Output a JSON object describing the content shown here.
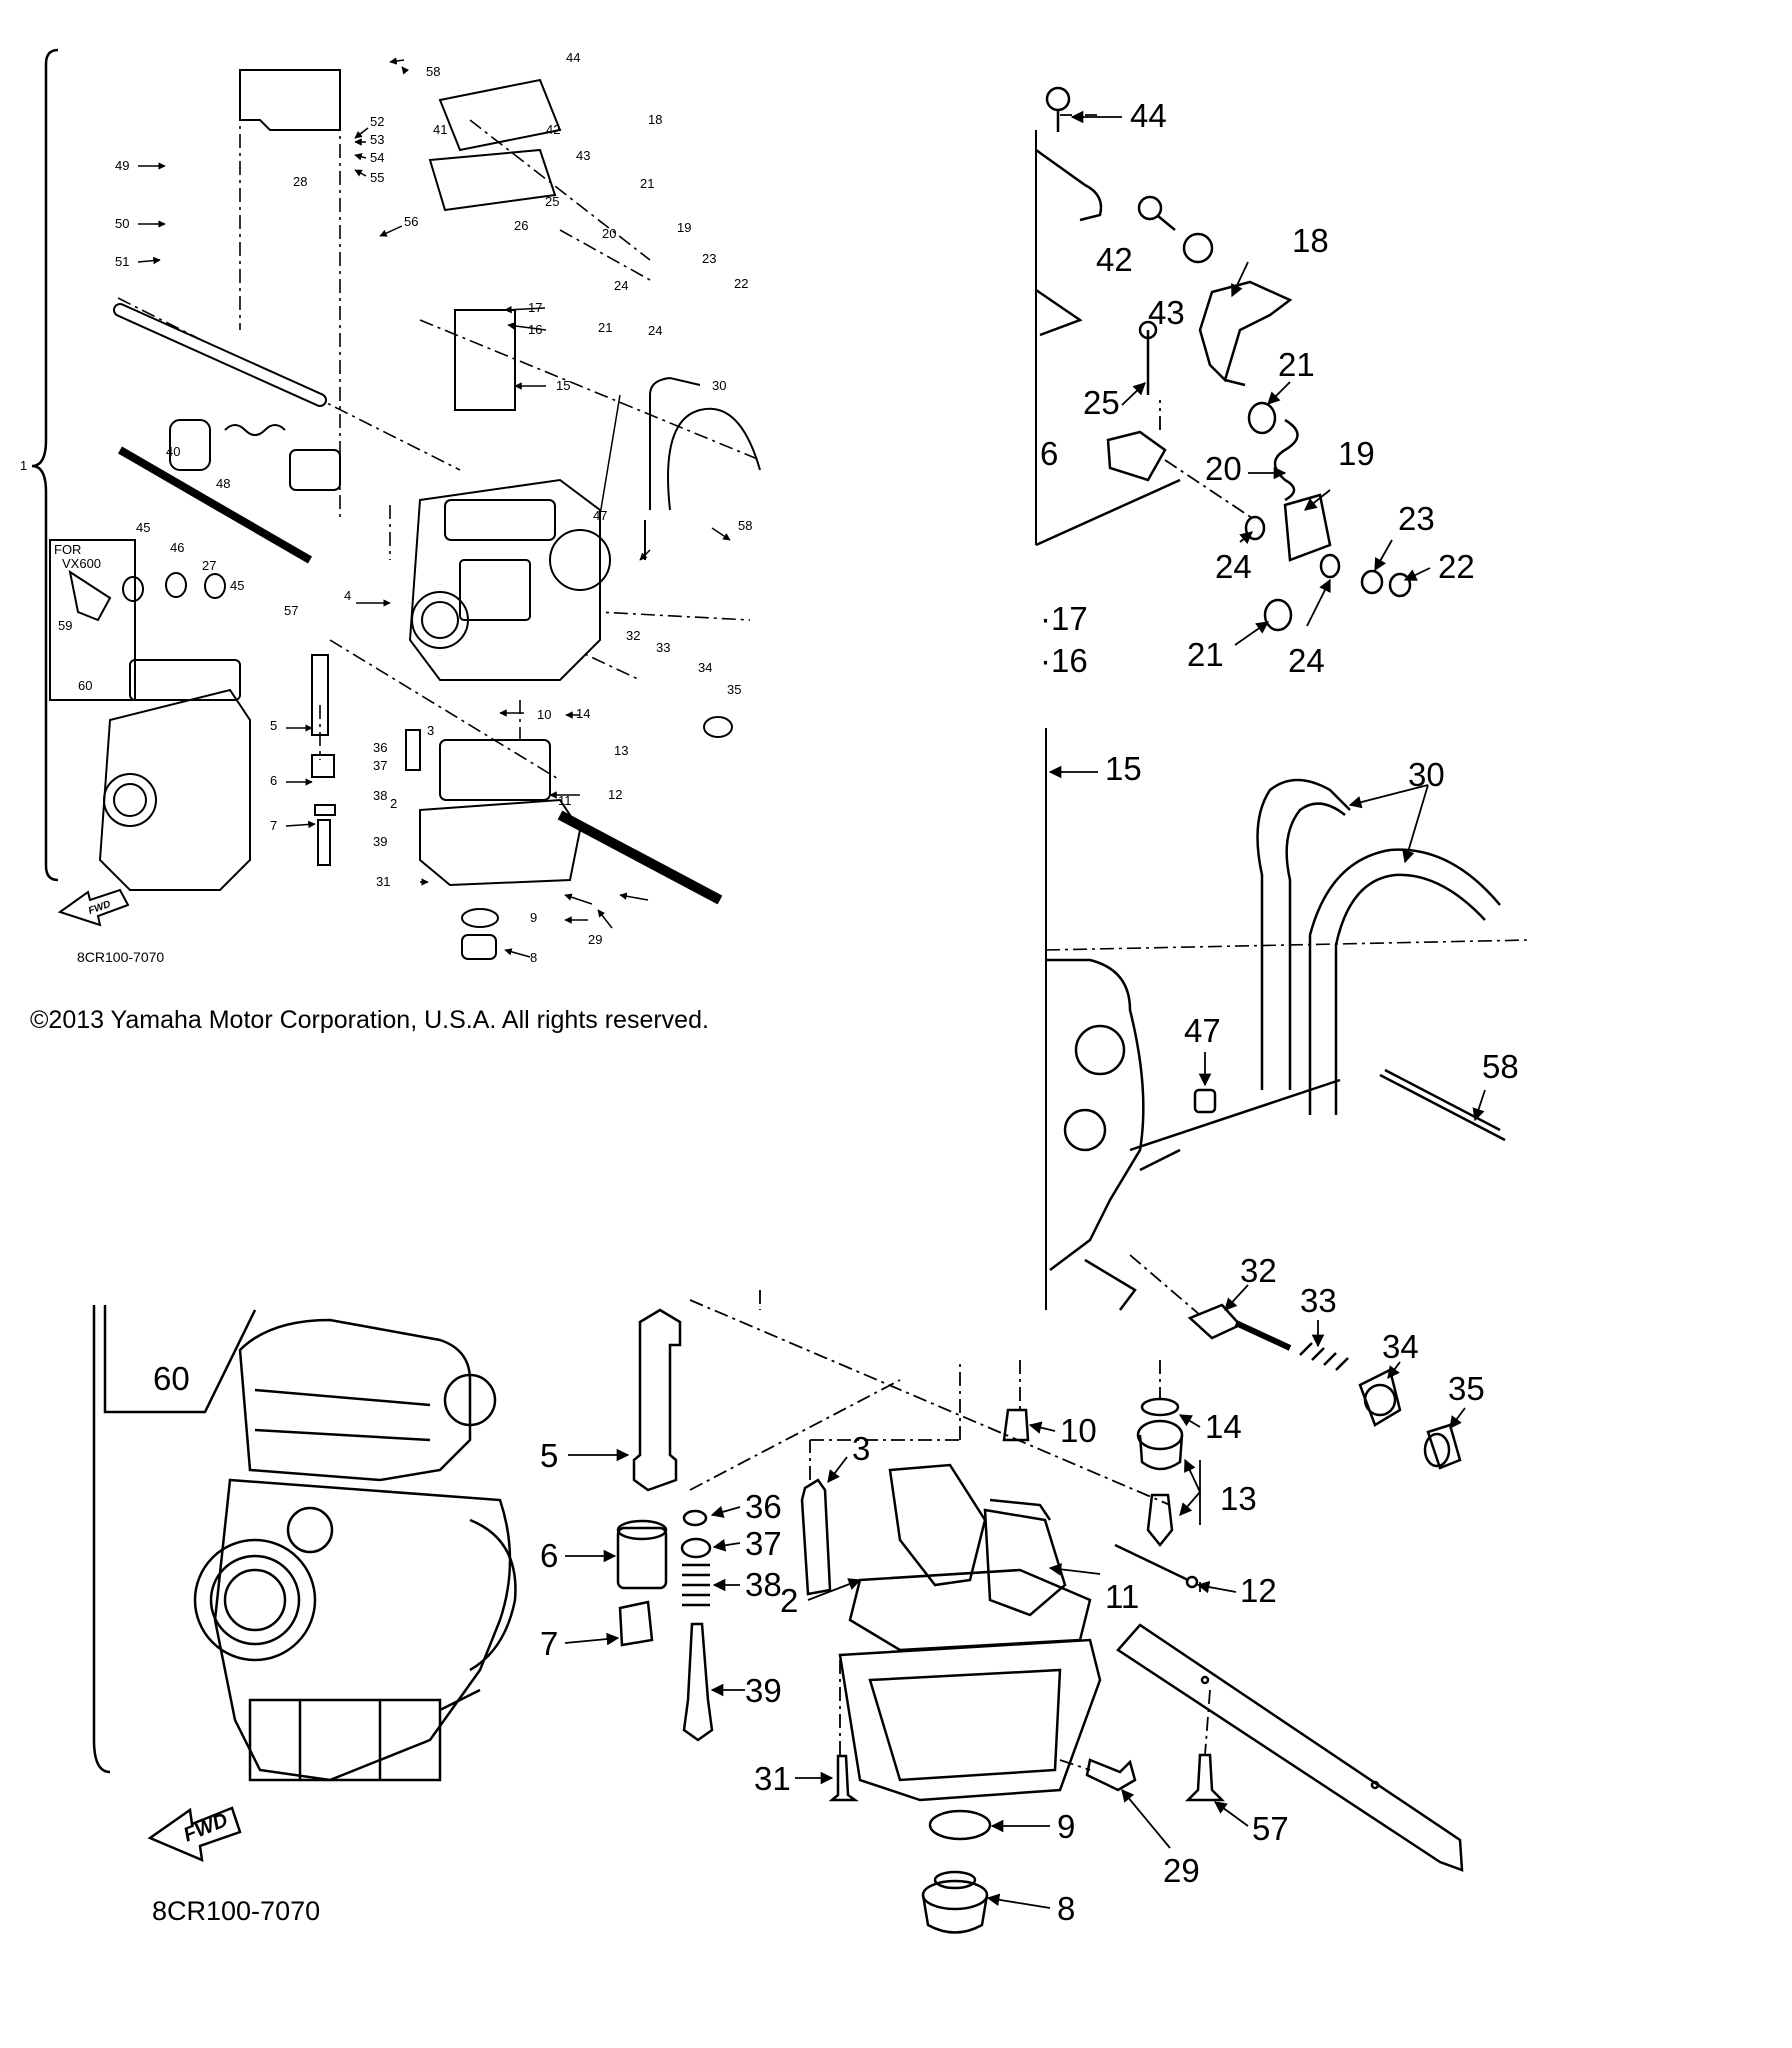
{
  "copyright": "©2013 Yamaha Motor Corporation, U.S.A. All rights reserved.",
  "diagram_code": "8CR100-7070",
  "fwd_label": "FWD",
  "variant_label": {
    "line1": "FOR",
    "line2": "VX600"
  },
  "overview_callouts": {
    "c1": "1",
    "c2": "2",
    "c3": "3",
    "c4": "4",
    "c5": "5",
    "c6": "6",
    "c7": "7",
    "c8": "8",
    "c9": "9",
    "c10": "10",
    "c11": "11",
    "c12": "12",
    "c13": "13",
    "c14": "14",
    "c15": "15",
    "c16": "16",
    "c17": "17",
    "c18": "18",
    "c19": "19",
    "c20": "20",
    "c21a": "21",
    "c21b": "21",
    "c22": "22",
    "c23": "23",
    "c24a": "24",
    "c24b": "24",
    "c25": "25",
    "c26": "26",
    "c27": "27",
    "c28": "28",
    "c29": "29",
    "c30": "30",
    "c31": "31",
    "c32": "32",
    "c33": "33",
    "c34": "34",
    "c35": "35",
    "c36": "36",
    "c37": "37",
    "c38": "38",
    "c39": "39",
    "c40": "40",
    "c41": "41",
    "c42": "42",
    "c43": "43",
    "c44": "44",
    "c45a": "45",
    "c45b": "45",
    "c46": "46",
    "c47": "47",
    "c48": "48",
    "c49": "49",
    "c50": "50",
    "c51": "51",
    "c52": "52",
    "c53": "53",
    "c54": "54",
    "c55": "55",
    "c56": "56",
    "c57": "57",
    "c58a": "58",
    "c58b": "58",
    "c59": "59",
    "c60": "60"
  },
  "detail_top_callouts": {
    "c44": "44",
    "c42": "42",
    "c43": "43",
    "c18": "18",
    "c25": "25",
    "c21a": "21",
    "c26": "6",
    "c20": "20",
    "c19": "19",
    "c24a": "24",
    "c23": "23",
    "c22": "22",
    "c17": "·17",
    "c16": "·16",
    "c21b": "21",
    "c24b": "24"
  },
  "detail_mid_callouts": {
    "c15": "15",
    "c30": "30",
    "c47": "47",
    "c58": "58"
  },
  "detail_bottom_callouts": {
    "c60": "60",
    "c5": "5",
    "c6": "6",
    "c7": "7",
    "c36": "36",
    "c37": "37",
    "c38": "38",
    "c39": "39",
    "c3": "3",
    "c2": "2",
    "c10": "10",
    "c14": "14",
    "c13": "13",
    "c11": "11",
    "c12": "12",
    "c32": "32",
    "c33": "33",
    "c34": "34",
    "c35": "35",
    "c31": "31",
    "c9": "9",
    "c8": "8",
    "c29": "29",
    "c57": "57"
  }
}
